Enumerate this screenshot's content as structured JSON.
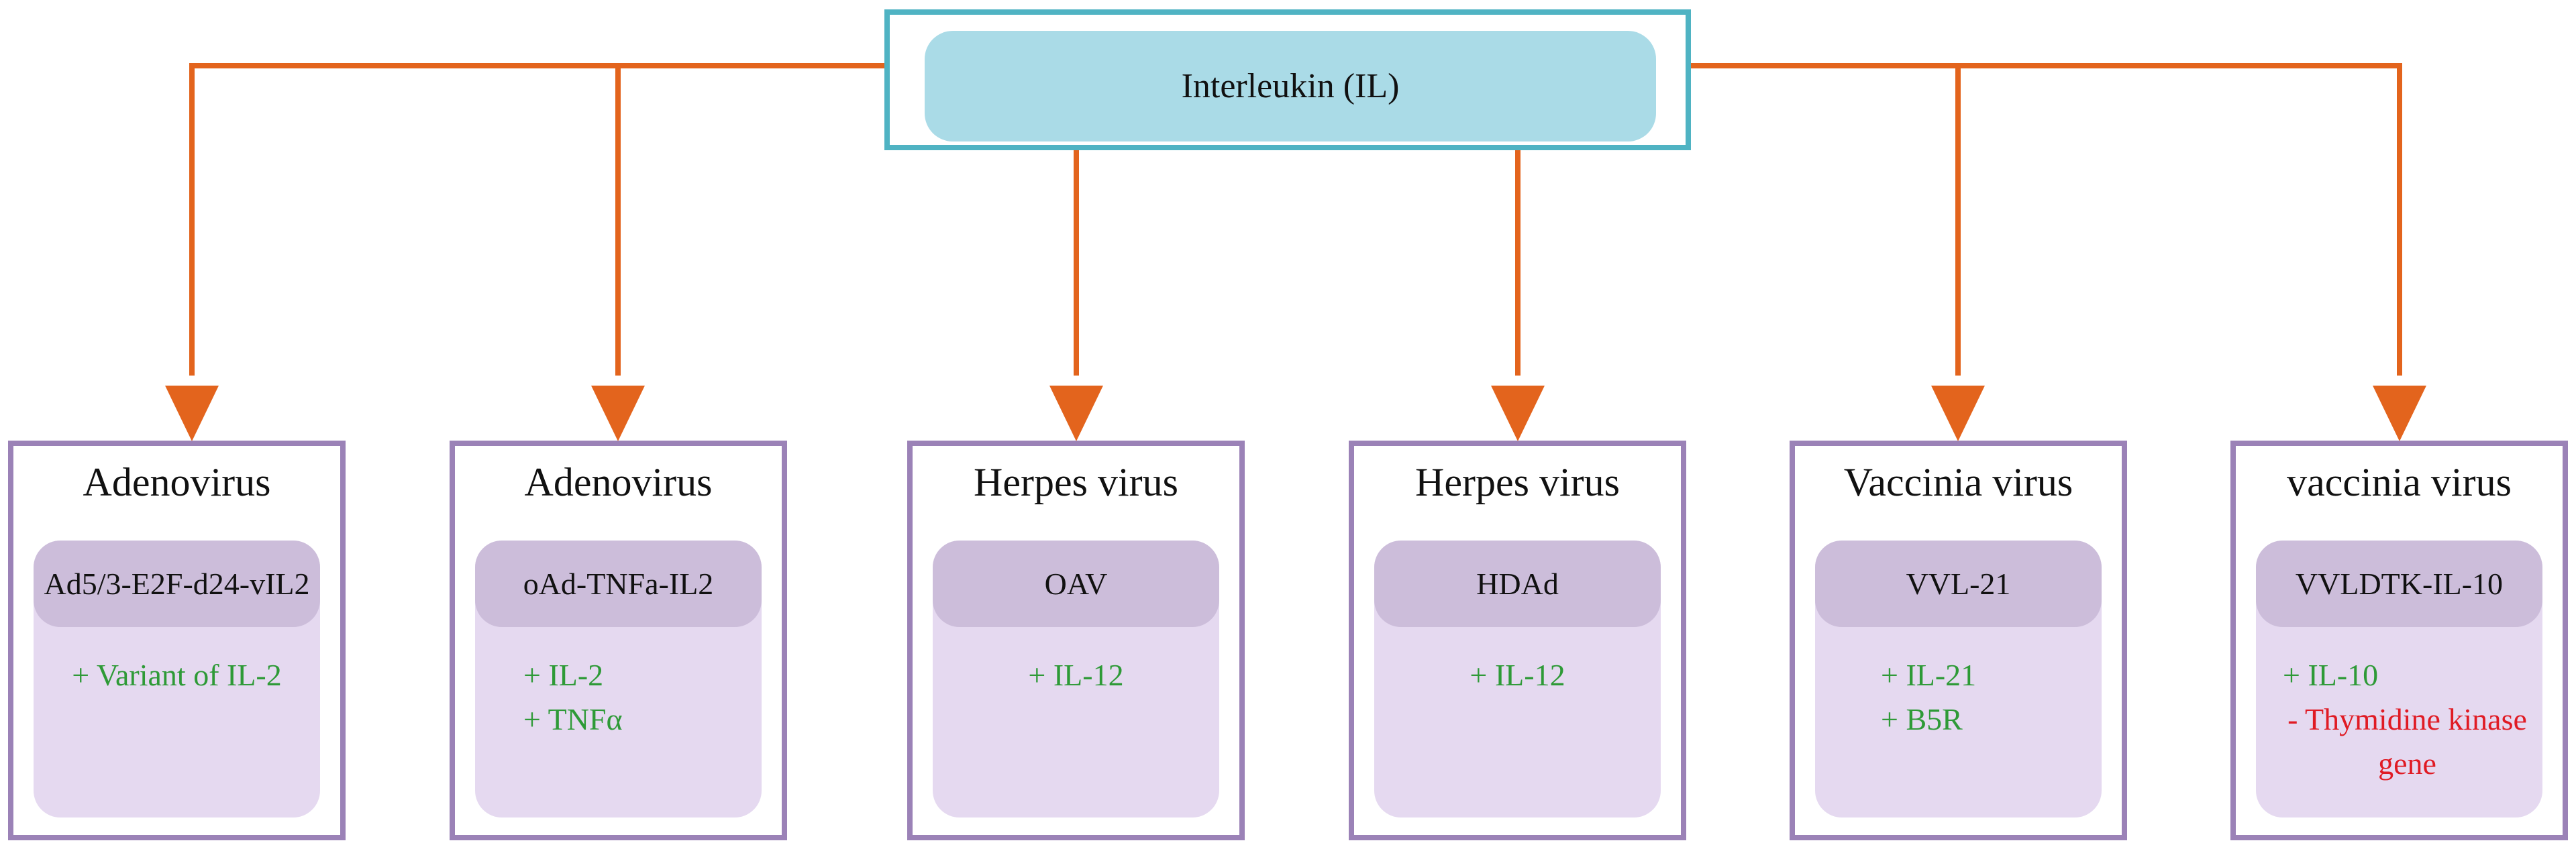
{
  "root": {
    "label": "Interleukin (IL)"
  },
  "colors": {
    "arrow": "#e3641d",
    "root_border": "#4fb3c3",
    "card_border": "#9b82b7",
    "added": "#2e9a37",
    "removed": "#e01b24"
  },
  "cards": [
    {
      "virus": "Adenovirus",
      "construct": "Ad5/3-E2F-d24-vIL2",
      "mods": [
        {
          "sign": "+",
          "text": "+ Variant of IL-2"
        }
      ]
    },
    {
      "virus": "Adenovirus",
      "construct": "oAd-TNFa-IL2",
      "mods": [
        {
          "sign": "+",
          "text": "+ IL-2"
        },
        {
          "sign": "+",
          "text": "+ TNFα"
        }
      ]
    },
    {
      "virus": "Herpes virus",
      "construct": "OAV",
      "mods": [
        {
          "sign": "+",
          "text": "+ IL-12"
        }
      ]
    },
    {
      "virus": "Herpes virus",
      "construct": "HDAd",
      "mods": [
        {
          "sign": "+",
          "text": "+ IL-12"
        }
      ]
    },
    {
      "virus": "Vaccinia virus",
      "construct": "VVL-21",
      "mods": [
        {
          "sign": "+",
          "text": "+ IL-21"
        },
        {
          "sign": "+",
          "text": "+ B5R"
        }
      ]
    },
    {
      "virus": "vaccinia virus",
      "construct": "VVLDTK-IL-10",
      "mods": [
        {
          "sign": "+",
          "text": "+ IL-10"
        },
        {
          "sign": "-",
          "text": "- Thymidine kinase gene"
        }
      ]
    }
  ]
}
